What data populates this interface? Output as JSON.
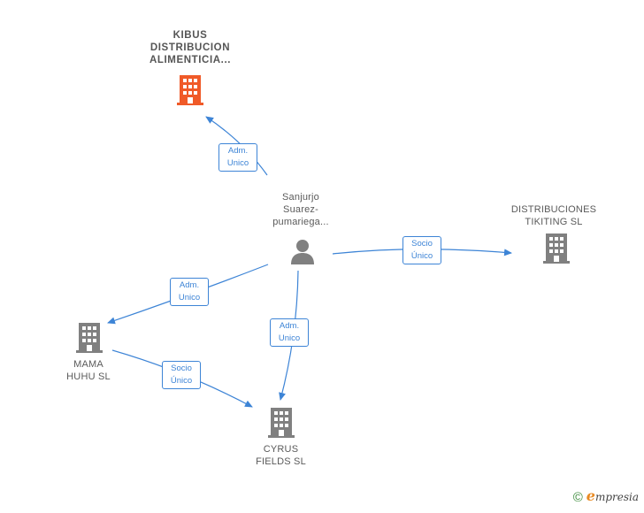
{
  "nodes": {
    "kibus": {
      "lines": [
        "KIBUS",
        "DISTRIBUCION",
        "ALIMENTICIA..."
      ],
      "type": "company",
      "color": "#f05a28"
    },
    "person": {
      "lines": [
        "Sanjurjo",
        "Suarez-",
        "pumariega..."
      ],
      "type": "person",
      "color": "#808080"
    },
    "tikiting": {
      "lines": [
        "DISTRIBUCIONES",
        "TIKITING SL"
      ],
      "type": "company",
      "color": "#808080"
    },
    "mama": {
      "lines": [
        "MAMA",
        "HUHU SL"
      ],
      "type": "company",
      "color": "#808080"
    },
    "cyrus": {
      "lines": [
        "CYRUS",
        "FIELDS SL"
      ],
      "type": "company",
      "color": "#808080"
    }
  },
  "edges": {
    "person_kibus": {
      "lines": [
        "Adm.",
        "Unico"
      ]
    },
    "person_tikiting": {
      "lines": [
        "Socio",
        "Único"
      ]
    },
    "person_mama": {
      "lines": [
        "Adm.",
        "Unico"
      ]
    },
    "person_cyrus": {
      "lines": [
        "Adm.",
        "Unico"
      ]
    },
    "mama_cyrus": {
      "lines": [
        "Socio",
        "Único"
      ]
    }
  },
  "colors": {
    "edge": "#3d84d6",
    "accent": "#f05a28",
    "icon": "#808080"
  },
  "footer": {
    "copyright": "©",
    "brand_initial": "e",
    "brand_rest": "mpresia"
  }
}
